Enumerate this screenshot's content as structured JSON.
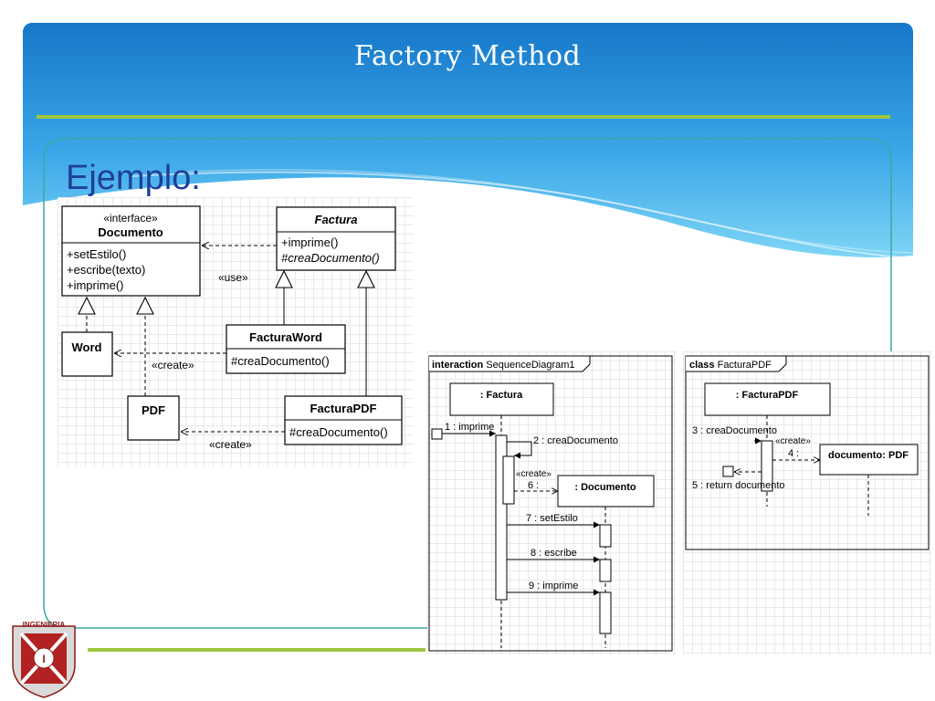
{
  "slide": {
    "title": "Factory Method",
    "subtitle": "Ejemplo:"
  },
  "class_diagram": {
    "documento": {
      "stereotype": "«interface»",
      "name": "Documento",
      "ops": [
        "+setEstilo()",
        "+escribe(texto)",
        "+imprime()"
      ]
    },
    "factura": {
      "name": "Factura",
      "op1": "+imprime()",
      "op2": "#creaDocumento()"
    },
    "word": {
      "name": "Word"
    },
    "pdf": {
      "name": "PDF"
    },
    "factura_word": {
      "name": "FacturaWord",
      "op": "#creaDocumento()"
    },
    "factura_pdf": {
      "name": "FacturaPDF",
      "op": "#creaDocumento()"
    },
    "labels": {
      "use": "«use»",
      "create1": "«create»",
      "create2": "«create»"
    }
  },
  "sequence_diagram": {
    "frame_keyword": "interaction",
    "frame_name": "SequenceDiagram1",
    "lifeline_factura": ": Factura",
    "lifeline_documento": ": Documento",
    "create_stereo": "«create»",
    "msgs": {
      "m1": "1 : imprime",
      "m2": "2 : creaDocumento",
      "m6": "6 :",
      "m7": "7 : setEstilo",
      "m8": "8 : escribe",
      "m9": "9 : imprime"
    }
  },
  "class_facturapdf": {
    "frame_keyword": "class",
    "frame_name": "FacturaPDF",
    "lifeline_facturapdf": ": FacturaPDF",
    "part_documento": "documento: PDF",
    "create_stereo": "«create»",
    "msgs": {
      "m3": "3 : creaDocumento",
      "m4": "4 :",
      "m5": "5 : return documento"
    }
  },
  "logo": {
    "text": "INGENIERIA"
  },
  "colors": {
    "header_top": "#1677c9",
    "header_bottom": "#5ec8f2",
    "divider_green": "#9fc640",
    "teal_border": "#3aa8a0",
    "subtitle": "#1f3f9a"
  }
}
